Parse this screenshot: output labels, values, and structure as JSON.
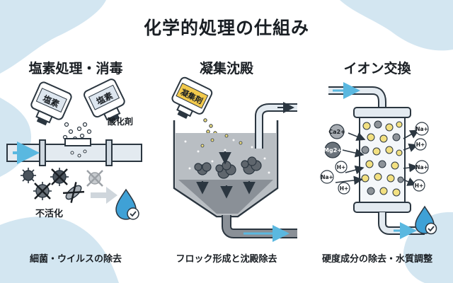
{
  "title": "化学的処理の仕組み",
  "sections": [
    {
      "heading": "塩素処理・消毒",
      "bottle1_label": "塩素",
      "bottle2_label": "塩素",
      "oxidizer_label": "酸化剤",
      "inactivation_label": "不活化",
      "caption": "細菌・ウイルスの除去"
    },
    {
      "heading": "凝集沈殿",
      "bottle_label": "凝集剤",
      "caption": "フロック形成と沈殿除去"
    },
    {
      "heading": "イオン交換",
      "ions_in": [
        "Ca2+",
        "Mg2+",
        "Na+",
        "H+",
        "H+"
      ],
      "ions_out": [
        "Na+",
        "H+",
        "Na+",
        "H+"
      ],
      "caption": "硬度成分の除去・水質調整"
    }
  ],
  "colors": {
    "blob": "#d3e6f1",
    "water": "#8fd0ea",
    "arrow": "#5ab8e0",
    "pipe": "#dfe6ec",
    "sediment": "#8a9097",
    "bottle_label": "#f2c94c",
    "resin_yellow": "#f2e081",
    "resin_grey": "#8d9399",
    "check": "#3fa1d6"
  },
  "icons": [
    "water-drop-check-icon",
    "virus-icon",
    "bacteria-icon",
    "arrow-right-icon",
    "arrow-down-icon"
  ]
}
